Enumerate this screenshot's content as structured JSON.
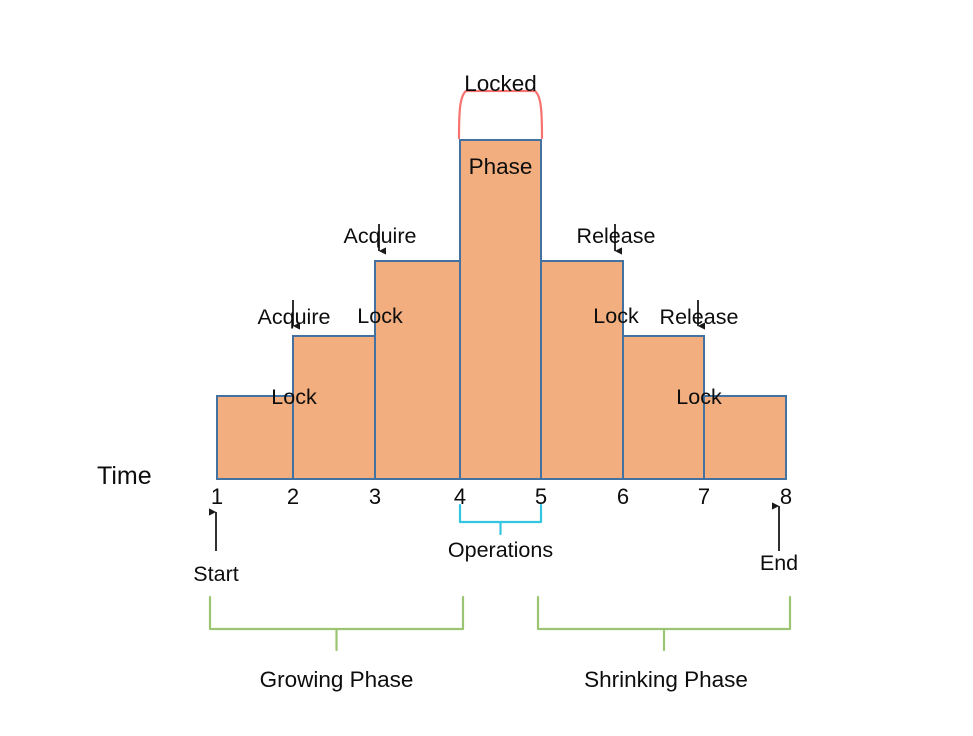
{
  "figure": {
    "title_hidden": "",
    "axis_label": "Time",
    "colors": {
      "bar_fill": "#F2AE7E",
      "bar_stroke": "#4472A0",
      "locked_bracket": "#F8736F",
      "operations_bracket": "#34C6E0",
      "phase_bracket": "#9CC573",
      "text": "#0D0D0D",
      "arrow": "#1A1A1A"
    }
  },
  "chart_data": {
    "type": "bar",
    "title": "",
    "xlabel": "Time",
    "ylabel": "",
    "grid": false,
    "legend": null,
    "categories": [
      "1-2",
      "2-3",
      "3-4",
      "4-5",
      "5-6",
      "6-7",
      "7-8"
    ],
    "x_tick_labels": [
      "1",
      "2",
      "3",
      "4",
      "5",
      "6",
      "7",
      "8"
    ],
    "xlim": [
      1,
      8
    ],
    "values": [
      1,
      2,
      3,
      5,
      3,
      2,
      1
    ],
    "value_note": "relative bar heights in units of growth steps"
  },
  "ticks": [
    {
      "label": "1"
    },
    {
      "label": "2"
    },
    {
      "label": "3"
    },
    {
      "label": "4"
    },
    {
      "label": "5"
    },
    {
      "label": "6"
    },
    {
      "label": "7"
    },
    {
      "label": "8"
    }
  ],
  "annotations": [
    {
      "id": "acquire-lock-1",
      "line1": "Acquire",
      "line2": "Lock"
    },
    {
      "id": "acquire-lock-2",
      "line1": "Acquire",
      "line2": "Lock"
    },
    {
      "id": "release-lock-1",
      "line1": "Release",
      "line2": "Lock"
    },
    {
      "id": "release-lock-2",
      "line1": "Release",
      "line2": "Lock"
    }
  ],
  "brackets": {
    "locked": {
      "line1": "Locked",
      "line2": "Phase"
    },
    "operations": {
      "label": "Operations"
    },
    "growing": {
      "label": "Growing Phase"
    },
    "shrinking": {
      "label": "Shrinking Phase"
    }
  },
  "markers": {
    "start": {
      "label": "Start"
    },
    "end": {
      "label": "End"
    }
  }
}
